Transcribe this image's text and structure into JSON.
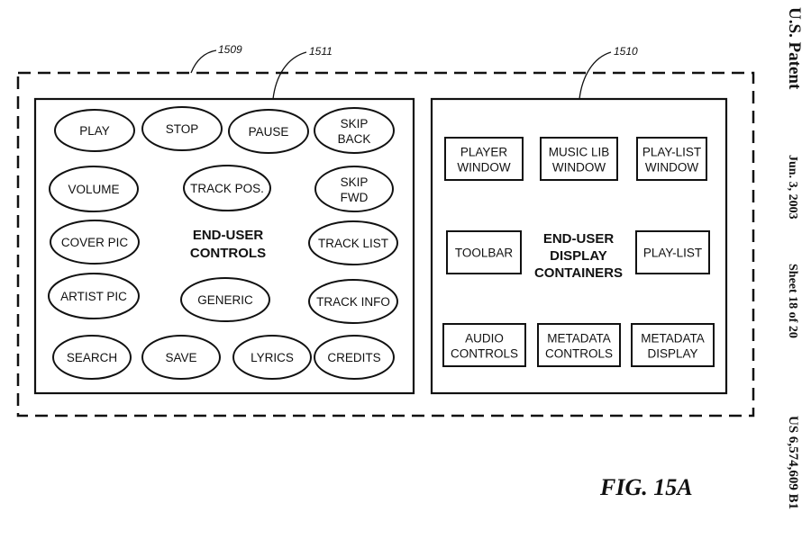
{
  "header": {
    "publisher": "U.S. Patent",
    "date": "Jun. 3, 2003",
    "sheet": "Sheet 18 of 20",
    "patent_number": "US 6,574,609 B1"
  },
  "figure_label": "FIG. 15A",
  "refs": {
    "outer": "1509",
    "controls": "1511",
    "containers": "1510"
  },
  "controls_panel": {
    "title_line1": "END-USER",
    "title_line2": "CONTROLS",
    "items": [
      {
        "line1": "PLAY",
        "line2": ""
      },
      {
        "line1": "STOP",
        "line2": ""
      },
      {
        "line1": "PAUSE",
        "line2": ""
      },
      {
        "line1": "SKIP",
        "line2": "BACK"
      },
      {
        "line1": "VOLUME",
        "line2": ""
      },
      {
        "line1": "TRACK POS.",
        "line2": ""
      },
      {
        "line1": "SKIP",
        "line2": "FWD"
      },
      {
        "line1": "COVER PIC",
        "line2": ""
      },
      {
        "line1": "TRACK LIST",
        "line2": ""
      },
      {
        "line1": "ARTIST PIC",
        "line2": ""
      },
      {
        "line1": "GENERIC",
        "line2": ""
      },
      {
        "line1": "TRACK INFO",
        "line2": ""
      },
      {
        "line1": "SEARCH",
        "line2": ""
      },
      {
        "line1": "SAVE",
        "line2": ""
      },
      {
        "line1": "LYRICS",
        "line2": ""
      },
      {
        "line1": "CREDITS",
        "line2": ""
      }
    ]
  },
  "containers_panel": {
    "title_line1": "END-USER",
    "title_line2": "DISPLAY",
    "title_line3": "CONTAINERS",
    "items": [
      {
        "line1": "PLAYER",
        "line2": "WINDOW"
      },
      {
        "line1": "MUSIC LIB",
        "line2": "WINDOW"
      },
      {
        "line1": "PLAY-LIST",
        "line2": "WINDOW"
      },
      {
        "line1": "TOOLBAR",
        "line2": ""
      },
      {
        "line1": "PLAY-LIST",
        "line2": ""
      },
      {
        "line1": "AUDIO",
        "line2": "CONTROLS"
      },
      {
        "line1": "METADATA",
        "line2": "CONTROLS"
      },
      {
        "line1": "METADATA",
        "line2": "DISPLAY"
      }
    ]
  }
}
